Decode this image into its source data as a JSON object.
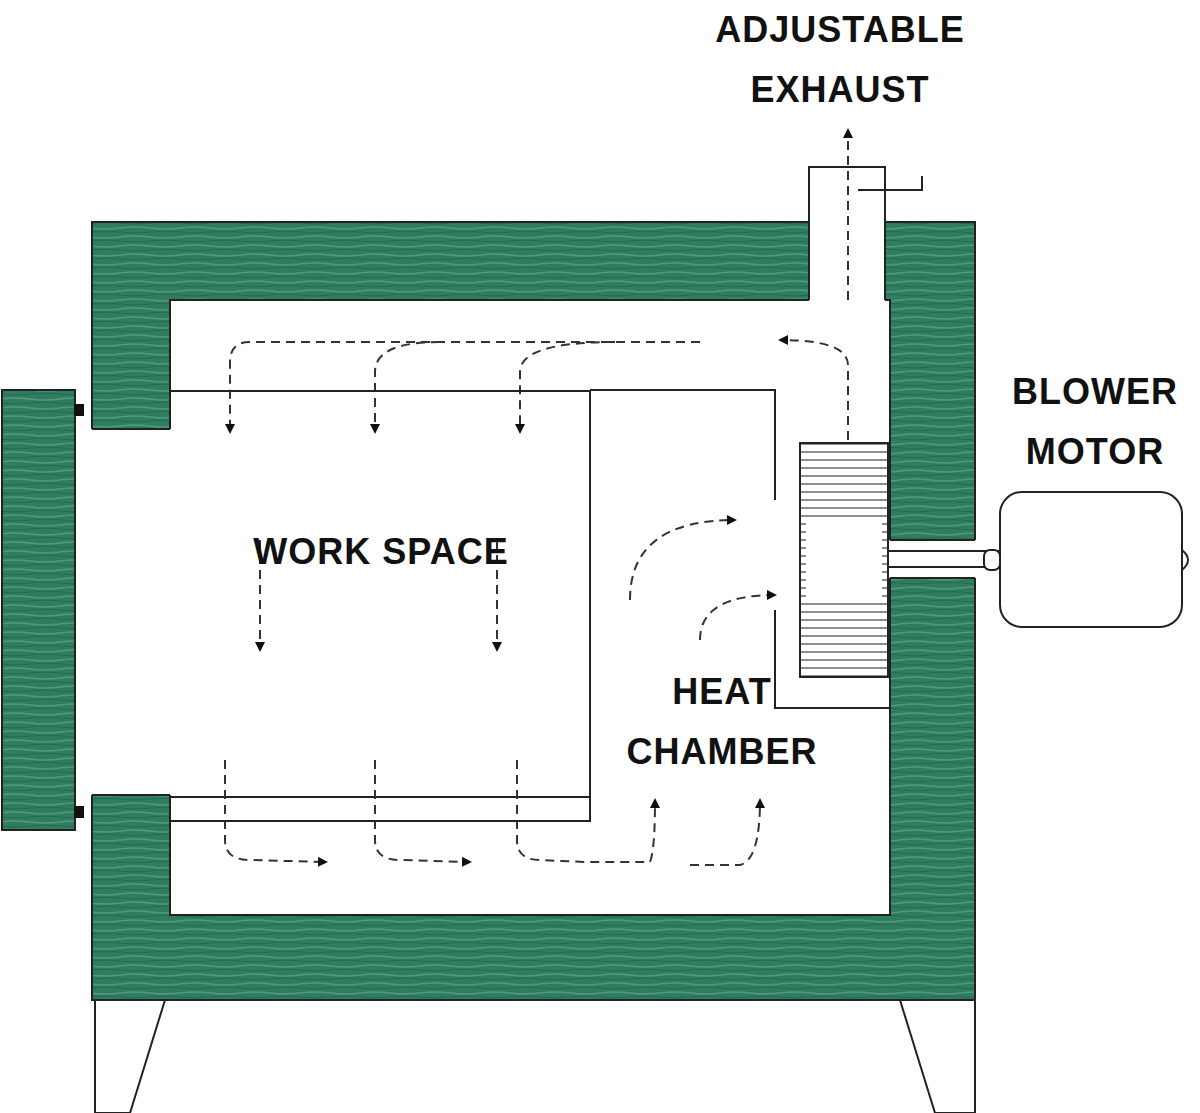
{
  "diagram": {
    "nodes": [
      {
        "text": [
          "WORK SPACE"
        ]
      },
      {
        "text": [
          "BLOWER MOTOR"
        ]
      }
    ],
    "labels": [
      "ADJUSTABLE EXHAUST",
      "HEAT CHAMBER"
    ]
  }
}
